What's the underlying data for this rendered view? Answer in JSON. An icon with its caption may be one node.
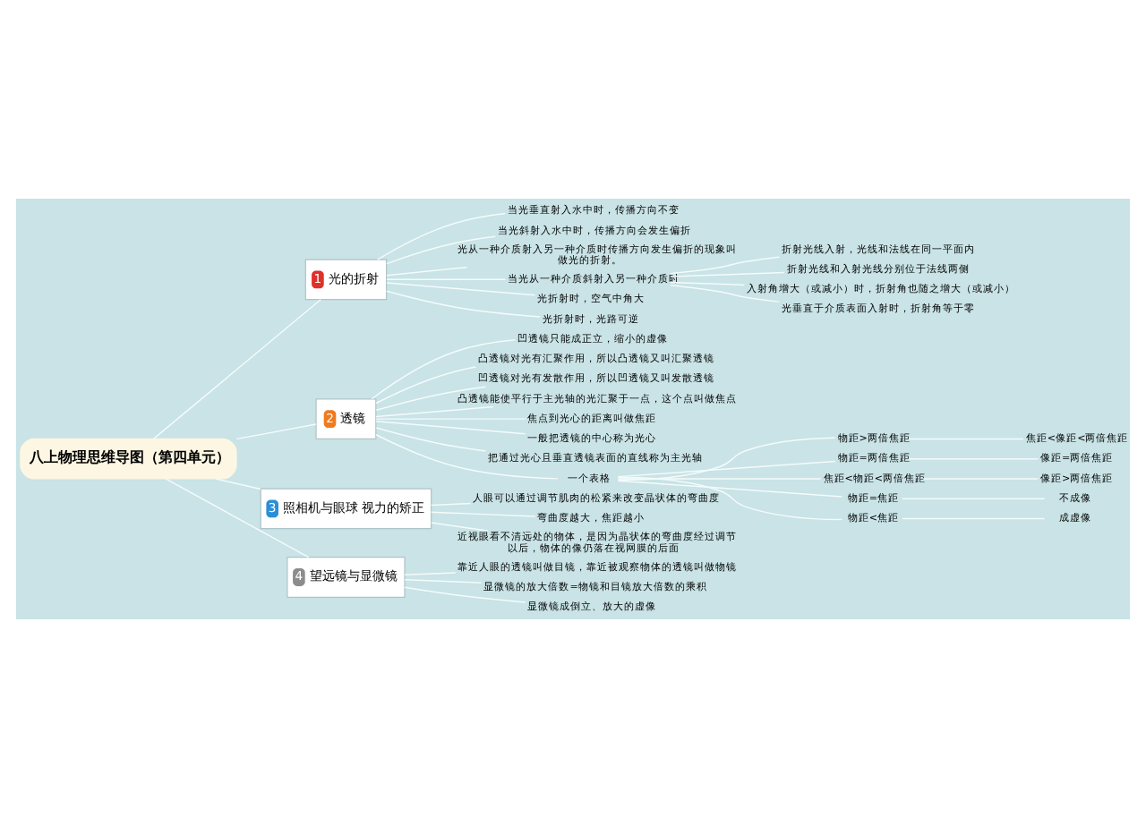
{
  "diagram": {
    "nodes": [
      {
        "text": [
          "八上物理思维导图（第四单元）"
        ]
      },
      {
        "text": [
          "1",
          "光的折射"
        ]
      },
      {
        "text": [
          "当光垂直射入水中时，传播方向不变"
        ]
      },
      {
        "text": [
          "当光斜射入水中时，传播方向会发生偏折"
        ]
      },
      {
        "text": [
          "光从一种介质射入另一种介质时传播方向发生偏折的现象叫做光的折射。"
        ]
      },
      {
        "text": [
          "当光从一种介质斜射入另一种介质时"
        ]
      },
      {
        "text": [
          "折射光线入射，光线和法线在同一平面内"
        ]
      },
      {
        "text": [
          "折射光线和入射光线分别位于法线两侧"
        ]
      },
      {
        "text": [
          "入射角增大（或减小）时，折射角也随之增大（或减小）"
        ]
      },
      {
        "text": [
          "光垂直于介质表面入射时，折射角等于零"
        ]
      },
      {
        "text": [
          "光折射时，空气中角大"
        ]
      },
      {
        "text": [
          "光折射时，光路可逆"
        ]
      },
      {
        "text": [
          "2",
          "透镜"
        ]
      },
      {
        "text": [
          "凹透镜只能成正立，缩小的虚像"
        ]
      },
      {
        "text": [
          "凸透镜对光有汇聚作用，所以凸透镜又叫汇聚透镜"
        ]
      },
      {
        "text": [
          "凹透镜对光有发散作用，所以凹透镜又叫发散透镜"
        ]
      },
      {
        "text": [
          "凸透镜能使平行于主光轴的光汇聚于一点，这个点叫做焦点"
        ]
      },
      {
        "text": [
          "焦点到光心的距离叫做焦距"
        ]
      },
      {
        "text": [
          "一般把透镜的中心称为光心"
        ]
      },
      {
        "text": [
          "把通过光心且垂直透镜表面的直线称为主光轴"
        ]
      },
      {
        "text": [
          "一个表格"
        ]
      },
      {
        "text": [
          "物距>两倍焦距"
        ]
      },
      {
        "text": [
          "焦距<像距<两倍焦距"
        ]
      },
      {
        "text": [
          "物距=两倍焦距"
        ]
      },
      {
        "text": [
          "像距=两倍焦距"
        ]
      },
      {
        "text": [
          "焦距<物距<两倍焦距"
        ]
      },
      {
        "text": [
          "像距>两倍焦距"
        ]
      },
      {
        "text": [
          "物距=焦距"
        ]
      },
      {
        "text": [
          "不成像"
        ]
      },
      {
        "text": [
          "物距<焦距"
        ]
      },
      {
        "text": [
          "成虚像"
        ]
      },
      {
        "text": [
          "3",
          "照相机与眼球 视力的矫正"
        ]
      },
      {
        "text": [
          "人眼可以通过调节肌肉的松紧来改变晶状体的弯曲度"
        ]
      },
      {
        "text": [
          "弯曲度越大，焦距越小"
        ]
      },
      {
        "text": [
          "近视眼看不清远处的物体，是因为晶状体的弯曲度经过调节以后，物体的像仍落在视网膜的后面"
        ]
      },
      {
        "text": [
          "4",
          "望远镜与显微镜"
        ]
      },
      {
        "text": [
          "靠近人眼的透镜叫做目镜，靠近被观察物体的透镜叫做物镜"
        ]
      },
      {
        "text": [
          "显微镜的放大倍数=物镜和目镜放大倍数的乘积"
        ]
      },
      {
        "text": [
          "显微镜成倒立、放大的虚像"
        ]
      }
    ],
    "edges": [
      {
        "from": 0,
        "to": 1,
        "arrow": "none"
      },
      {
        "from": 1,
        "to": 2,
        "arrow": "none"
      },
      {
        "from": 1,
        "to": 3,
        "arrow": "none"
      },
      {
        "from": 1,
        "to": 4,
        "arrow": "none"
      },
      {
        "from": 1,
        "to": 5,
        "arrow": "none"
      },
      {
        "from": 5,
        "to": 6,
        "arrow": "none"
      },
      {
        "from": 5,
        "to": 7,
        "arrow": "none"
      },
      {
        "from": 5,
        "to": 8,
        "arrow": "none"
      },
      {
        "from": 5,
        "to": 9,
        "arrow": "none"
      },
      {
        "from": 1,
        "to": 10,
        "arrow": "none"
      },
      {
        "from": 1,
        "to": 11,
        "arrow": "none"
      },
      {
        "from": 0,
        "to": 12,
        "arrow": "none"
      },
      {
        "from": 12,
        "to": 13,
        "arrow": "none"
      },
      {
        "from": 12,
        "to": 14,
        "arrow": "none"
      },
      {
        "from": 12,
        "to": 15,
        "arrow": "none"
      },
      {
        "from": 12,
        "to": 16,
        "arrow": "none"
      },
      {
        "from": 12,
        "to": 17,
        "arrow": "none"
      },
      {
        "from": 12,
        "to": 18,
        "arrow": "none"
      },
      {
        "from": 12,
        "to": 19,
        "arrow": "none"
      },
      {
        "from": 12,
        "to": 20,
        "arrow": "none"
      },
      {
        "from": 20,
        "to": 21,
        "arrow": "none"
      },
      {
        "from": 21,
        "to": 22,
        "arrow": "none"
      },
      {
        "from": 20,
        "to": 23,
        "arrow": "none"
      },
      {
        "from": 23,
        "to": 24,
        "arrow": "none"
      },
      {
        "from": 20,
        "to": 25,
        "arrow": "none"
      },
      {
        "from": 25,
        "to": 26,
        "arrow": "none"
      },
      {
        "from": 20,
        "to": 27,
        "arrow": "none"
      },
      {
        "from": 27,
        "to": 28,
        "arrow": "none"
      },
      {
        "from": 20,
        "to": 29,
        "arrow": "none"
      },
      {
        "from": 29,
        "to": 30,
        "arrow": "none"
      },
      {
        "from": 0,
        "to": 31,
        "arrow": "none"
      },
      {
        "from": 31,
        "to": 32,
        "arrow": "none"
      },
      {
        "from": 31,
        "to": 33,
        "arrow": "none"
      },
      {
        "from": 31,
        "to": 34,
        "arrow": "none"
      },
      {
        "from": 0,
        "to": 35,
        "arrow": "none"
      },
      {
        "from": 35,
        "to": 36,
        "arrow": "none"
      },
      {
        "from": 35,
        "to": 37,
        "arrow": "none"
      },
      {
        "from": 35,
        "to": 38,
        "arrow": "none"
      }
    ]
  }
}
